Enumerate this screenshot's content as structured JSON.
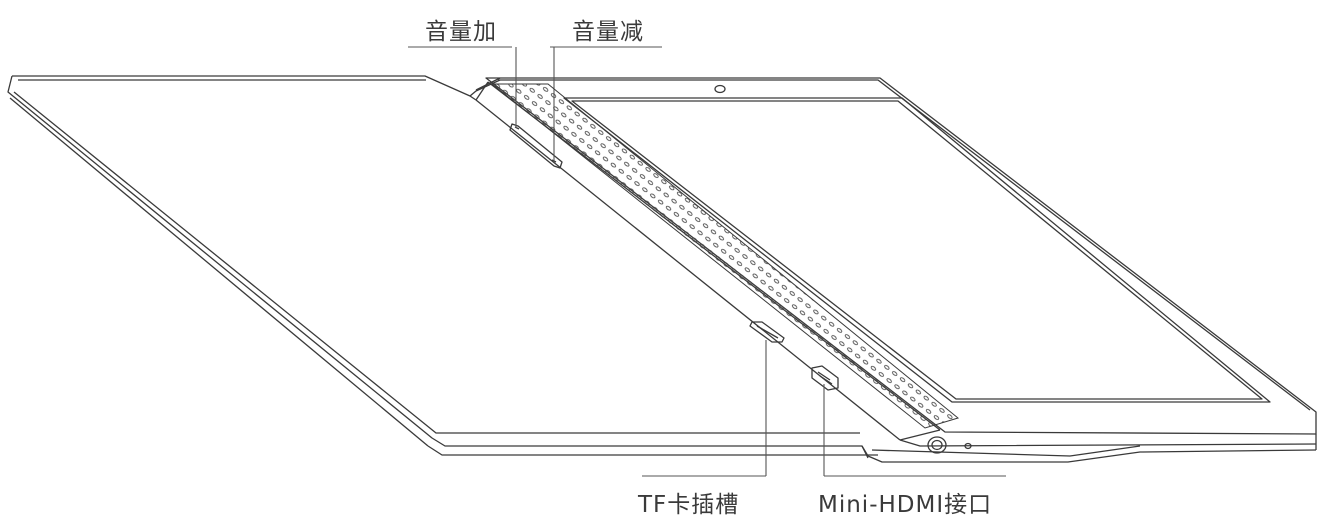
{
  "labels": {
    "volume_up": "音量加",
    "volume_down": "音量减",
    "tf_slot": "TF卡插槽",
    "mini_hdmi": "Mini-HDMI接口"
  },
  "colors": {
    "line": "#3a3a3a",
    "background": "#ffffff"
  }
}
